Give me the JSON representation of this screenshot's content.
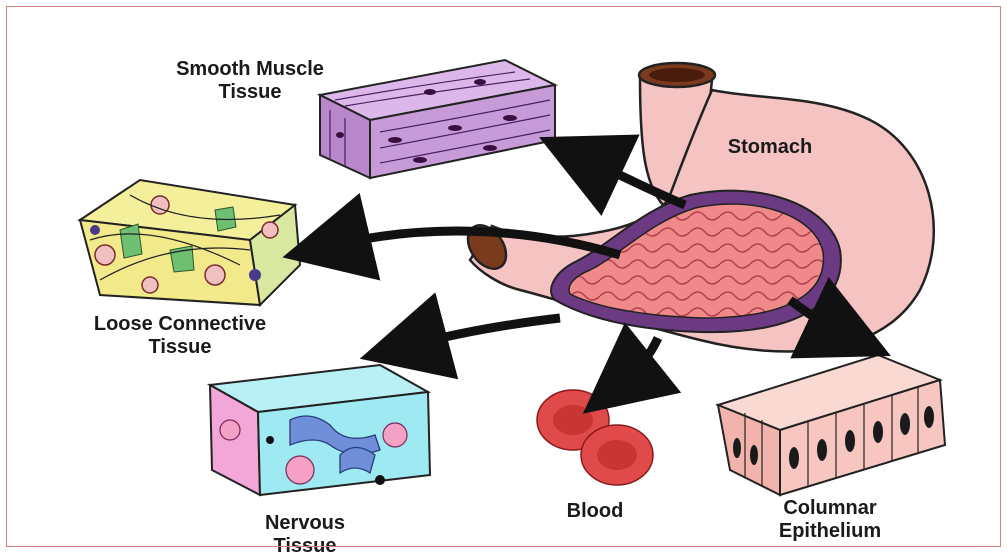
{
  "labels": {
    "smooth_muscle": [
      "Smooth Muscle",
      "Tissue"
    ],
    "stomach": "Stomach",
    "loose_connective": [
      "Loose Connective",
      "Tissue"
    ],
    "nervous": [
      "Nervous",
      "Tissue"
    ],
    "blood": "Blood",
    "columnar": [
      "Columnar",
      "Epithelium"
    ]
  },
  "colors": {
    "stomach_wall": "#f6c3c3",
    "stomach_lining": "#6b3a82",
    "rugae": "#f08a8a",
    "smooth_muscle": "#c79ad8",
    "blood": "#e04a4a",
    "nervous_bg": "#9fe9f2",
    "connective_bg": "#f4ef9a",
    "epithelium": "#f7c6c0",
    "arrow": "#111111"
  }
}
